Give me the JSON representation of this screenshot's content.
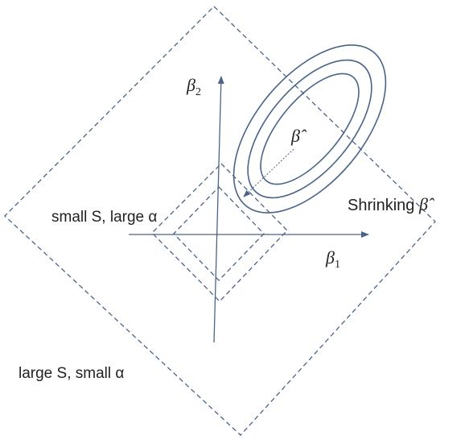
{
  "labels": {
    "beta_hat": "β̂",
    "shrinking_text": "Shrinking ",
    "shrinking_symbol": "β̂",
    "beta_letter": "β",
    "beta1_sub": "1",
    "beta2_sub": "2",
    "small_region": "small S, large α",
    "large_region": "large S, small α"
  },
  "colors": {
    "line": "#4a6489",
    "text": "#222222",
    "background": "#ffffff"
  }
}
